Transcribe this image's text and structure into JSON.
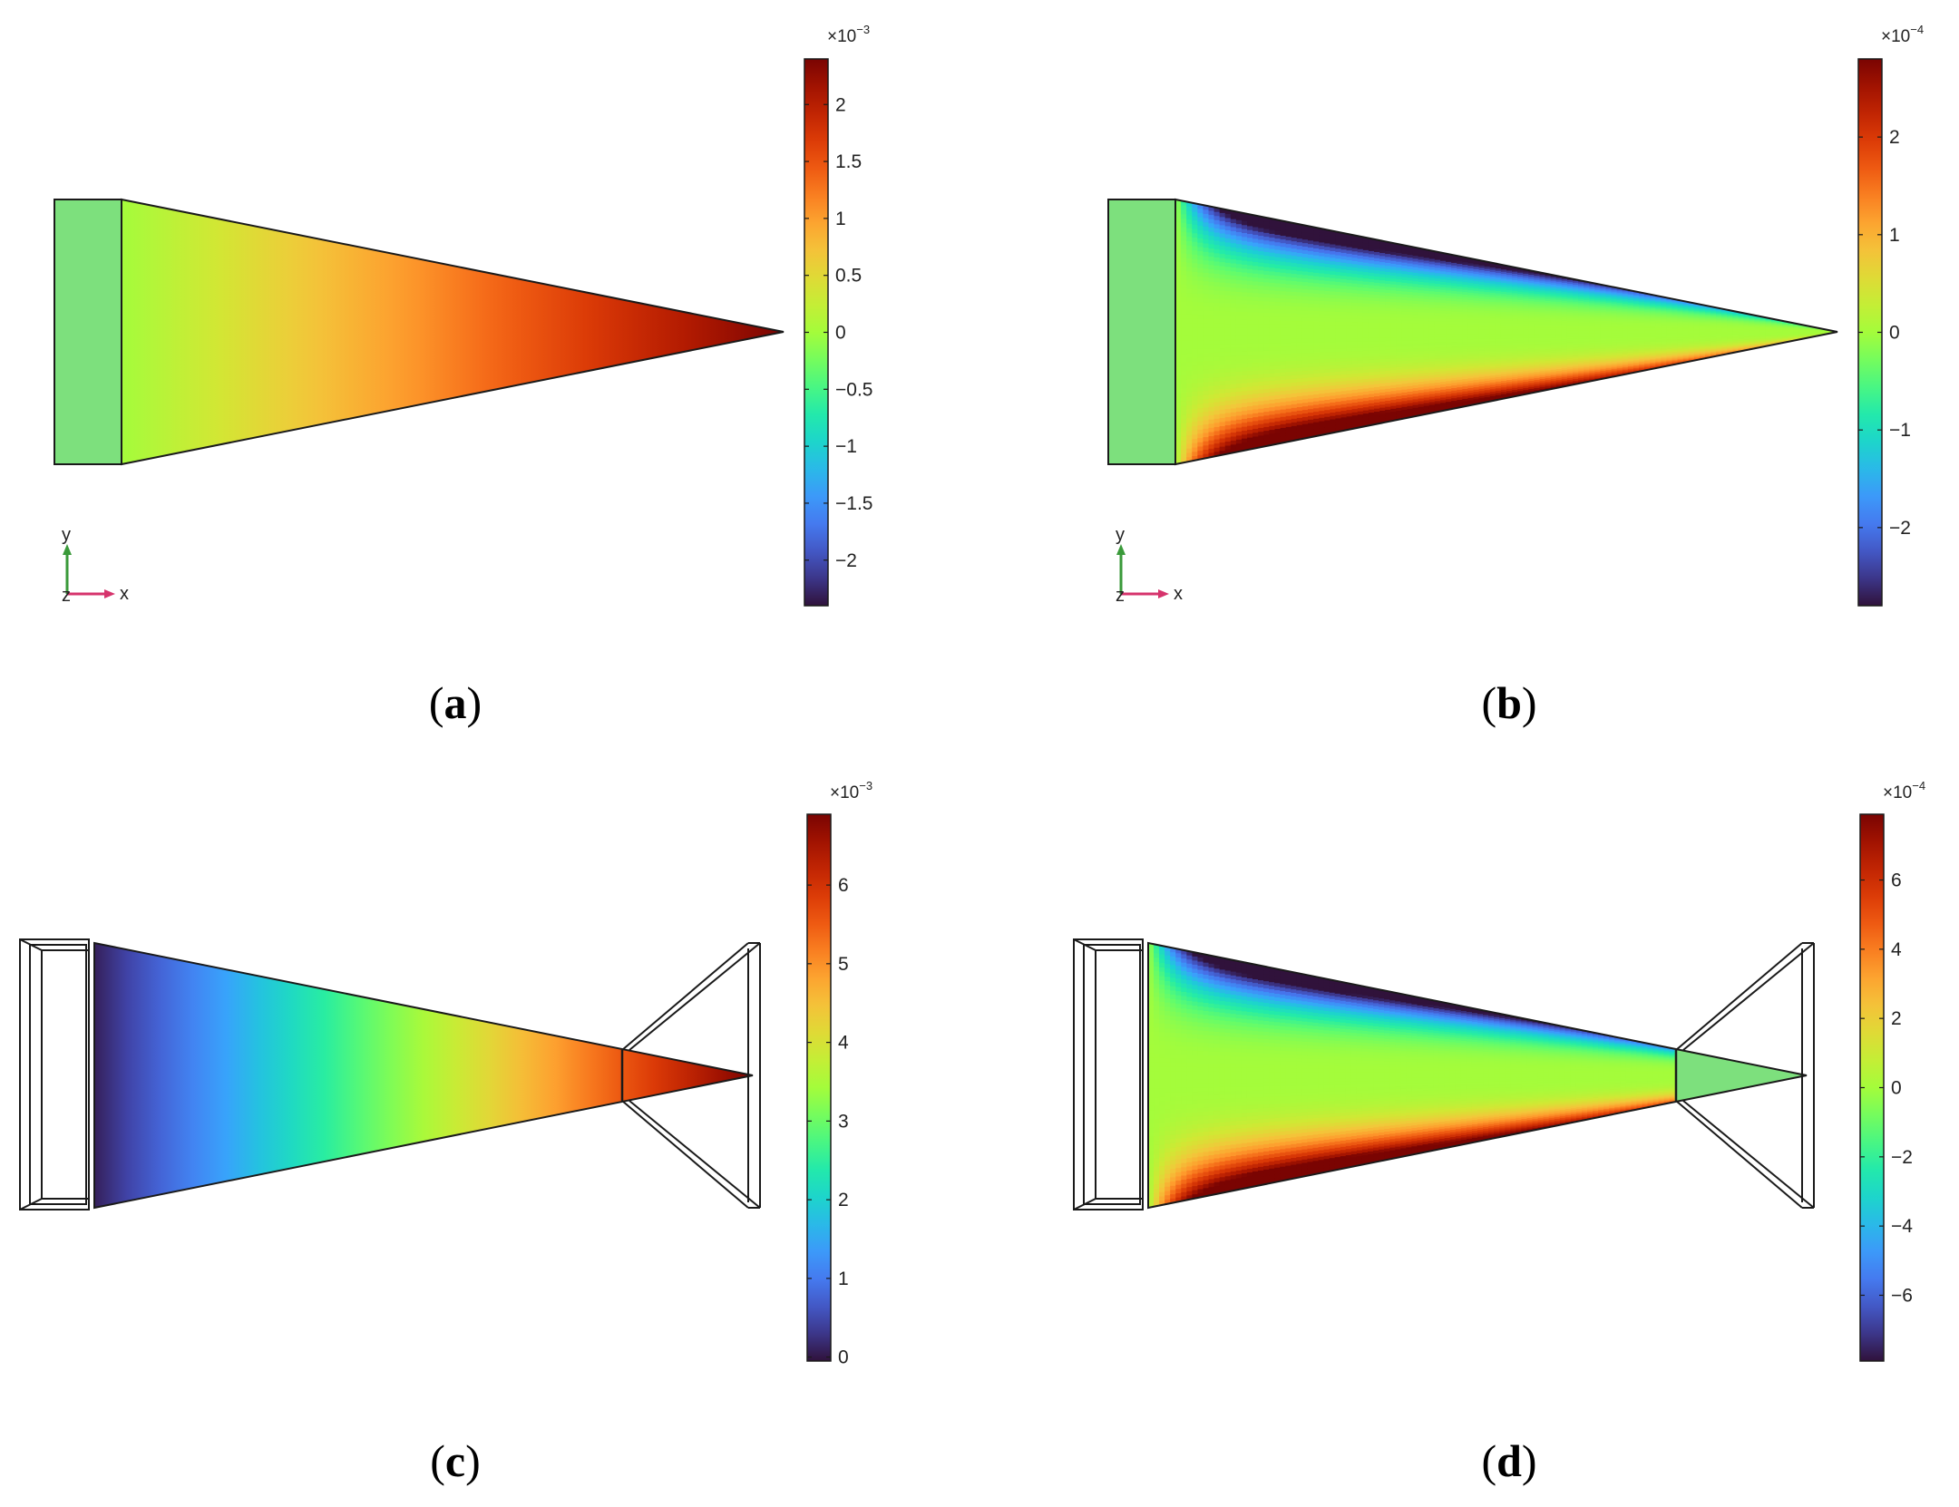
{
  "colormap": [
    "#30123b",
    "#4145ab",
    "#4675ed",
    "#39a2fc",
    "#1bcfd4",
    "#24eca6",
    "#61fc6c",
    "#a4fc3b",
    "#d1e834",
    "#f3c63a",
    "#fe9b2d",
    "#f36315",
    "#d93806",
    "#b11901",
    "#7a0402"
  ],
  "outline_color": "#1a1a1a",
  "panels": [
    {
      "id": "a",
      "caption_open": "(",
      "caption_letter": "a",
      "caption_close": ")",
      "field": "linear",
      "show_axes": true,
      "axes": {
        "x": "x",
        "y": "y",
        "z": "z"
      },
      "colorbar": {
        "multiplier": "×10",
        "exponent": "−3",
        "min": -2.4,
        "max": 2.4,
        "ticks": [
          2,
          1.5,
          1,
          0.5,
          0,
          -0.5,
          -1,
          -1.5,
          -2
        ],
        "tick_labels": [
          "2",
          "1.5",
          "1",
          "0.5",
          "0",
          "−0.5",
          "−1",
          "−1.5",
          "−2"
        ]
      }
    },
    {
      "id": "b",
      "caption_open": "(",
      "caption_letter": "b",
      "caption_close": ")",
      "field": "bending",
      "show_axes": true,
      "axes": {
        "x": "x",
        "y": "y",
        "z": "z"
      },
      "colorbar": {
        "multiplier": "×10",
        "exponent": "−4",
        "min": -2.8,
        "max": 2.8,
        "ticks": [
          2,
          1,
          0,
          -1,
          -2
        ],
        "tick_labels": [
          "2",
          "1",
          "0",
          "−1",
          "−2"
        ]
      }
    },
    {
      "id": "c",
      "caption_open": "(",
      "caption_letter": "c",
      "caption_close": ")",
      "field": "linear_pos",
      "show_axes": false,
      "colorbar": {
        "multiplier": "×10",
        "exponent": "−3",
        "min": -0.05,
        "max": 6.9,
        "ticks": [
          6,
          5,
          4,
          3,
          2,
          1,
          0
        ],
        "tick_labels": [
          "6",
          "5",
          "4",
          "3",
          "2",
          "1",
          "0"
        ]
      }
    },
    {
      "id": "d",
      "caption_open": "(",
      "caption_letter": "d",
      "caption_close": ")",
      "field": "bending",
      "show_axes": false,
      "colorbar": {
        "multiplier": "×10",
        "exponent": "−4",
        "min": -7.9,
        "max": 7.9,
        "ticks": [
          6,
          4,
          2,
          0,
          -2,
          -4,
          -6
        ],
        "tick_labels": [
          "6",
          "4",
          "2",
          "0",
          "−2",
          "−4",
          "−6"
        ]
      }
    }
  ]
}
